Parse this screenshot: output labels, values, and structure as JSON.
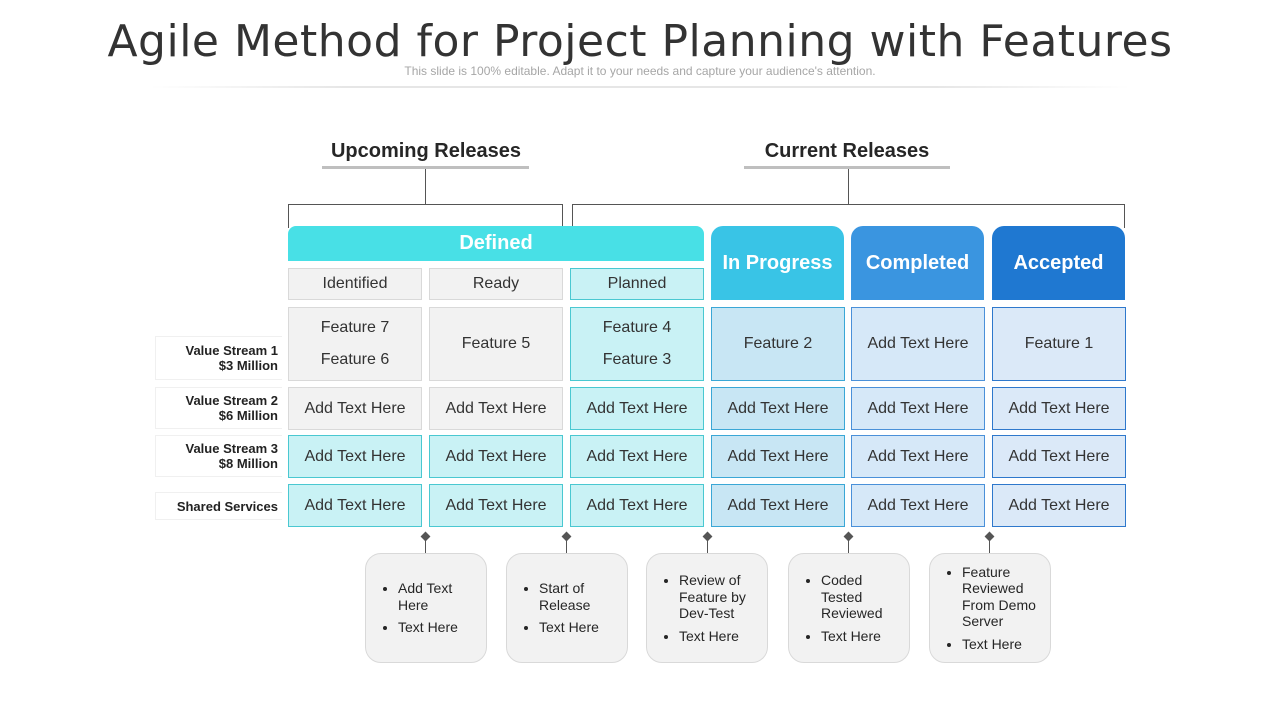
{
  "header": {
    "title": "Agile Method for Project Planning with Features",
    "subtitle": "This slide is 100% editable. Adapt it to your needs and capture your audience's attention."
  },
  "groups": {
    "upcoming": "Upcoming Releases",
    "current": "Current Releases"
  },
  "stages": {
    "defined": "Defined",
    "in_progress": "In Progress",
    "completed": "Completed",
    "accepted": "Accepted"
  },
  "sub_stages": {
    "identified": "Identified",
    "ready": "Ready",
    "planned": "Planned"
  },
  "rows": [
    {
      "label_line1": "Value Stream 1",
      "label_line2": "$3 Million",
      "cells": [
        [
          "Feature 7",
          "Feature 6"
        ],
        [
          "Feature 5"
        ],
        [
          "Feature 4",
          "Feature 3"
        ],
        [
          "Feature 2"
        ],
        [
          "Add Text Here"
        ],
        [
          "Feature 1"
        ]
      ]
    },
    {
      "label_line1": "Value Stream 2",
      "label_line2": "$6 Million",
      "cells": [
        "Add Text Here",
        "Add Text Here",
        "Add Text Here",
        "Add Text Here",
        "Add Text Here",
        "Add Text Here"
      ]
    },
    {
      "label_line1": "Value Stream 3",
      "label_line2": "$8 Million",
      "cells": [
        "Add Text Here",
        "Add Text Here",
        "Add Text Here",
        "Add Text Here",
        "Add Text Here",
        "Add Text Here"
      ]
    },
    {
      "label_line1": "Shared Services",
      "cells": [
        "Add Text Here",
        "Add Text Here",
        "Add Text Here",
        "Add Text Here",
        "Add Text Here",
        "Add Text Here"
      ]
    }
  ],
  "notes": [
    {
      "bullets": [
        "Add Text Here",
        "Text Here"
      ]
    },
    {
      "bullets": [
        "Start of Release",
        "Text Here"
      ]
    },
    {
      "bullets": [
        "Review of Feature by Dev-Test",
        "Text Here"
      ]
    },
    {
      "bullets": [
        "Coded Tested Reviewed",
        "Text Here"
      ]
    },
    {
      "bullets": [
        "Feature Reviewed From Demo Server",
        "Text Here"
      ]
    }
  ],
  "colors": {
    "defined": "#48e0e6",
    "in_progress": "#39c4e6",
    "completed": "#3a95e0",
    "accepted": "#1f78d1"
  }
}
